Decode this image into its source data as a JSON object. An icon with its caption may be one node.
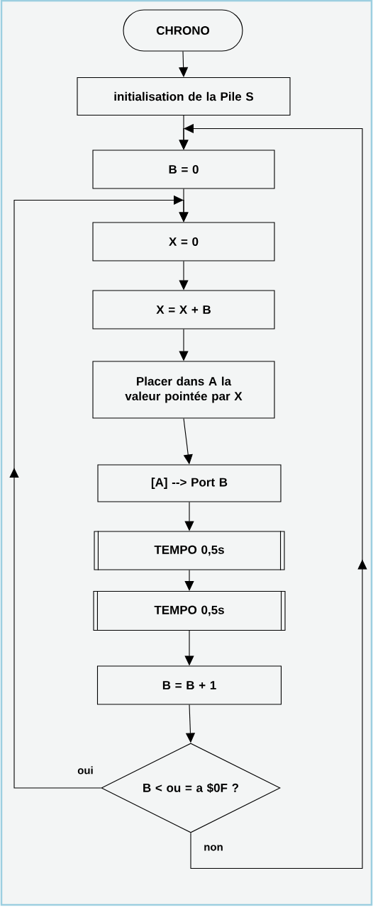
{
  "diagram": {
    "nodes": [
      {
        "text": [
          "CHRONO"
        ]
      },
      {
        "text": [
          "initialisation de la Pile S"
        ]
      },
      {
        "text": [
          "B = 0"
        ]
      },
      {
        "text": [
          "X = 0"
        ]
      },
      {
        "text": [
          "X = X + B"
        ]
      },
      {
        "text": [
          "Placer dans A la valeur pointée par X"
        ]
      },
      {
        "text": [
          "[A] --> Port B"
        ]
      },
      {
        "text": [
          "TEMPO 0,5s"
        ]
      },
      {
        "text": [
          "TEMPO 0,5s"
        ]
      },
      {
        "text": [
          "B = B + 1"
        ]
      },
      {
        "text": [
          "B < ou = a $0F ?"
        ]
      }
    ],
    "edges": [
      {
        "from": 0,
        "to": 1,
        "arrow": "to"
      },
      {
        "from": 1,
        "to": 2,
        "arrow": "to"
      },
      {
        "from": 2,
        "to": 3,
        "arrow": "to"
      },
      {
        "from": 3,
        "to": 4,
        "arrow": "to"
      },
      {
        "from": 4,
        "to": 5,
        "arrow": "to"
      },
      {
        "from": 5,
        "to": 6,
        "arrow": "to"
      },
      {
        "from": 6,
        "to": 7,
        "arrow": "to"
      },
      {
        "from": 7,
        "to": 8,
        "arrow": "to"
      },
      {
        "from": 8,
        "to": 9,
        "arrow": "to"
      },
      {
        "from": 9,
        "to": 10,
        "arrow": "to"
      },
      {
        "from": 10,
        "to": 3,
        "arrow": "to",
        "label": "oui"
      },
      {
        "from": 10,
        "to": 2,
        "arrow": "to",
        "label": "non"
      }
    ]
  }
}
